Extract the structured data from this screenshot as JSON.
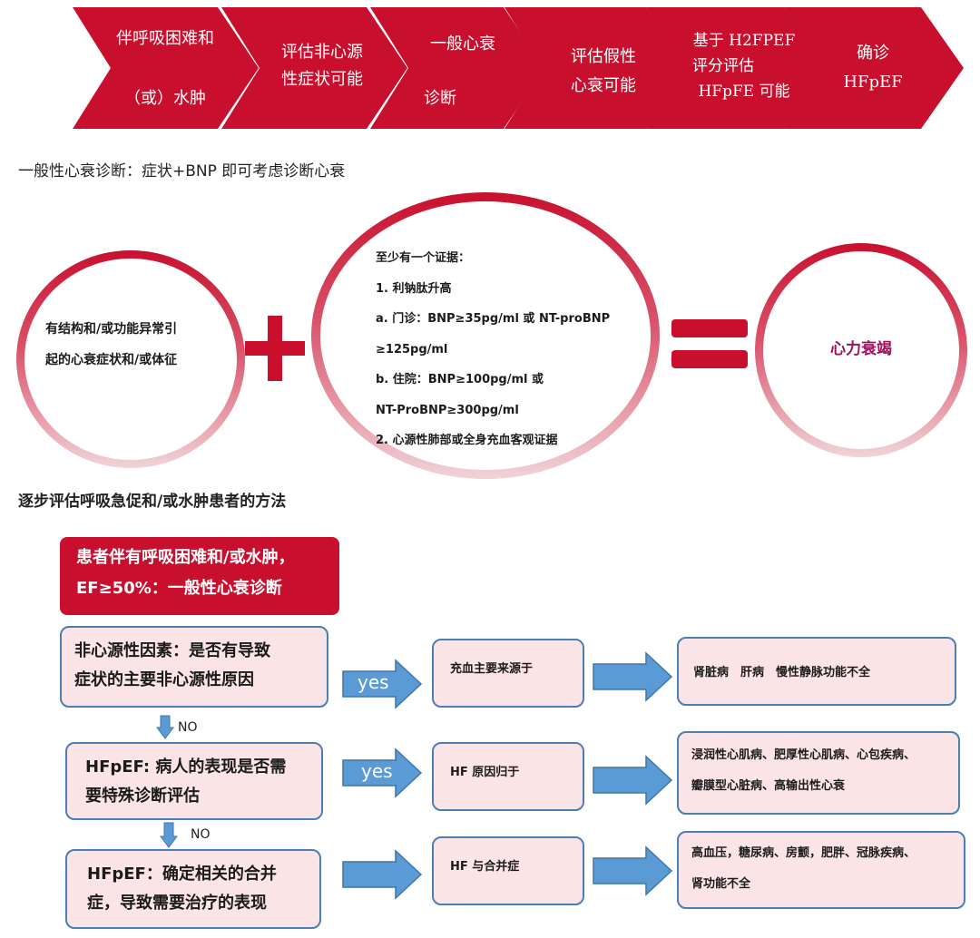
{
  "chevrons": [
    {
      "line1": "伴呼吸困难和",
      "line2": "（或）水肿"
    },
    {
      "line1": "评估非心源",
      "line2": "性症状可能"
    },
    {
      "line1": "一般心衰",
      "line2": "诊断"
    },
    {
      "line1": "评估假性",
      "line2": "心衰可能"
    },
    {
      "line1": "基于 H2FPEF",
      "line2": "评分评估",
      "line3": "HFpFE 可能"
    },
    {
      "line1": "确诊",
      "line2": "HFpEF"
    }
  ],
  "section1_title": "一般性心衰诊断：症状+BNP 即可考虑诊断心衰",
  "equation": {
    "left": {
      "line1": "有结构和/或功能异常引",
      "line2": "起的心衰症状和/或体征"
    },
    "middle": {
      "lines": [
        "至少有一个证据：",
        "1. 利钠肽升高",
        "a. 门诊：BNP≥35pg/ml 或 NT-proBNP",
        "≥125pg/ml",
        "b. 住院：BNP≥100pg/ml 或",
        "NT-ProBNP≥300pg/ml",
        "2. 心源性肺部或全身充血客观证据"
      ]
    },
    "right": "心力衰竭"
  },
  "section2_title": "逐步评估呼吸急促和/或水肿患者的方法",
  "flow": {
    "start": {
      "line1": "患者伴有呼吸困难和/或水肿，",
      "line2": "EF≥50%：一般性心衰诊断"
    },
    "steps": [
      {
        "line1": "非心源性因素：是否有导致",
        "line2": "症状的主要非心源性原因",
        "arrow": "yes",
        "middle": "充血主要来源于",
        "right_line1": "肾脏病　肝病　慢性静脉功能不全",
        "right_line2": ""
      },
      {
        "line1": "HFpEF: 病人的表现是否需",
        "line2": "要特殊诊断评估",
        "arrow": "yes",
        "middle": "HF 原因归于",
        "right_line1": "浸润性心肌病、肥厚性心肌病、心包疾病、",
        "right_line2": "瓣膜型心脏病、高输出性心衰"
      },
      {
        "line1": "HFpEF：确定相关的合并",
        "line2": "症，导致需要治疗的表现",
        "arrow": "",
        "middle": "HF 与合并症",
        "right_line1": "高血压，糖尿病、房颤，肥胖、冠脉疾病、",
        "right_line2": "肾功能不全"
      }
    ],
    "no_labels": [
      "NO",
      "NO"
    ]
  },
  "colors": {
    "red": "#c8102e",
    "blue": "#4a7fb5",
    "pink": "#fbe4e6",
    "magenta": "#a01060"
  }
}
